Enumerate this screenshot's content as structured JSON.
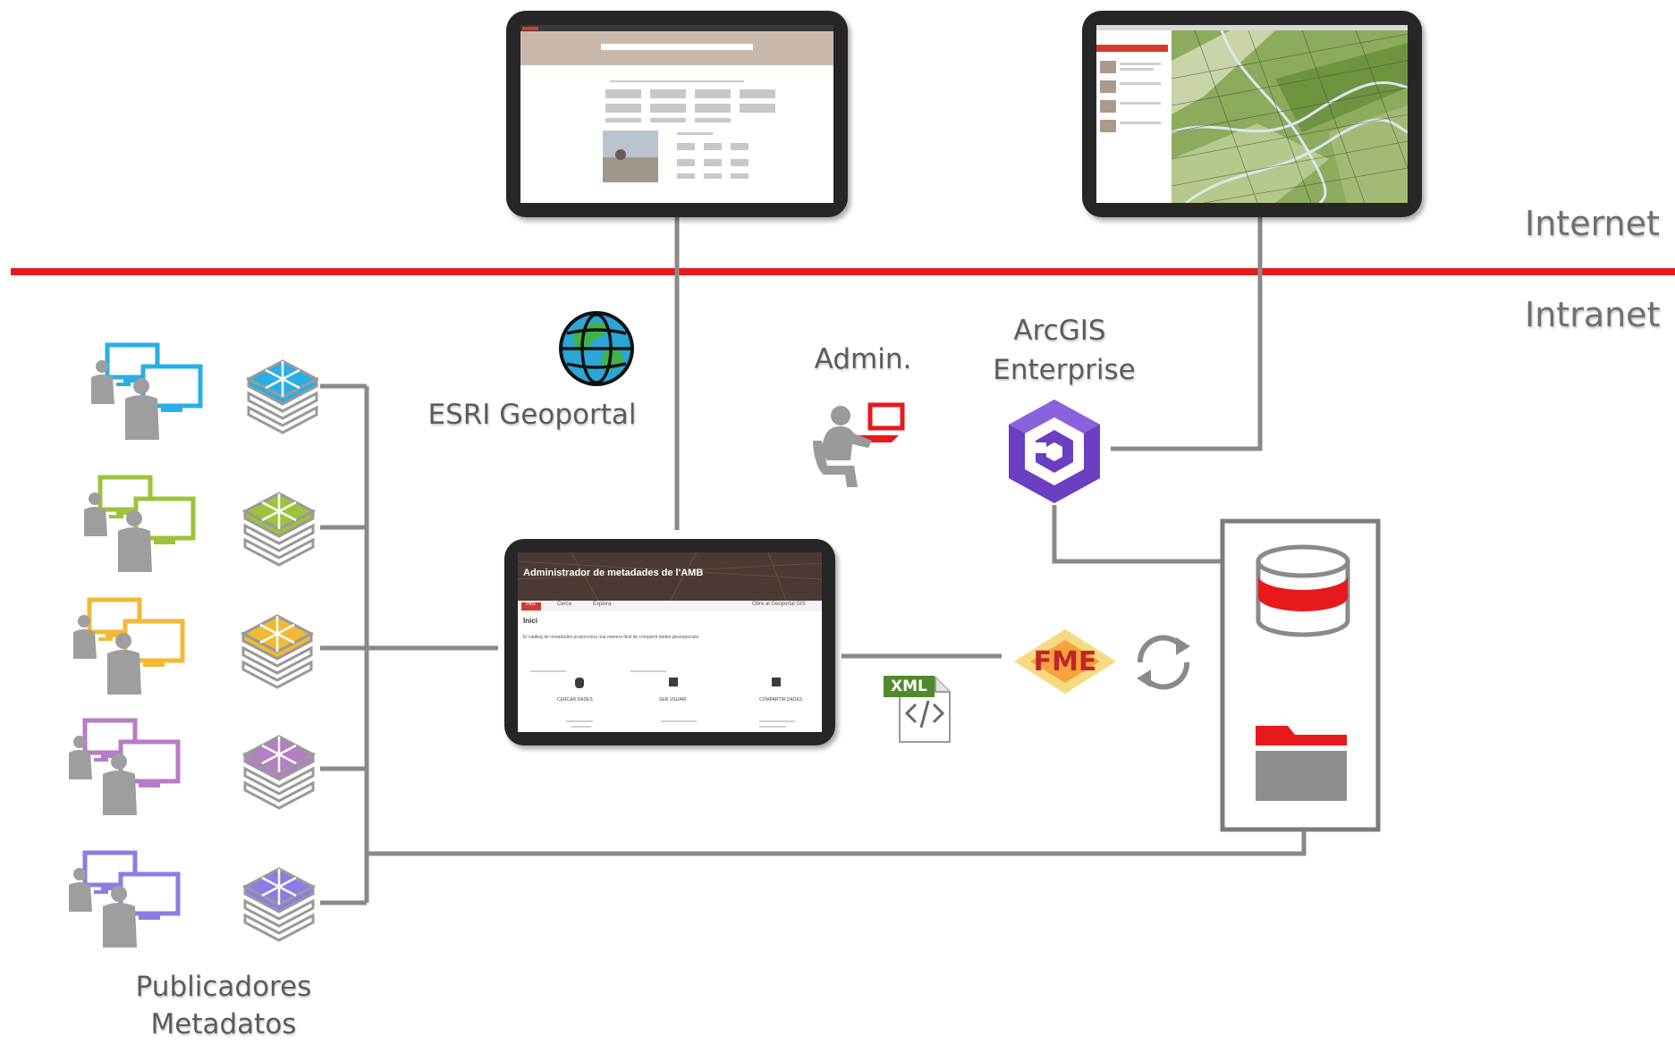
{
  "zones": {
    "internet": "Internet",
    "intranet": "Intranet"
  },
  "labels": {
    "esri": "ESRI Geoportal",
    "admin": "Admin.",
    "arcgis_line1": "ArcGIS",
    "arcgis_line2": "Enterprise",
    "publishers_line1": "Publicadores",
    "publishers_line2": "Metadatos",
    "xml": "XML",
    "fme": "FME"
  },
  "admin_app": {
    "title": "Administrador de metadades de l'AMB",
    "nav": [
      "Inici",
      "Cerca",
      "Explora",
      "Obre al Geoportal GIS"
    ],
    "heading": "Inici",
    "intro": "El catàleg de metadades proporciona una manera fàcil de compartir dades geoespacials.",
    "cards": [
      "CERCAR DADES",
      "SER USUARI",
      "COMPARTIR DADES"
    ]
  },
  "colors": {
    "boundary": "#e8191c",
    "connector": "#8a8a8a",
    "group_blue": "#29aee6",
    "group_green": "#9cc33b",
    "group_yellow": "#f2b935",
    "group_purple": "#b67cc6",
    "group_violet": "#8c7ce6",
    "arcgis": "#6a3fc2"
  },
  "publisher_groups": [
    {
      "color": "group_blue"
    },
    {
      "color": "group_green"
    },
    {
      "color": "group_yellow"
    },
    {
      "color": "group_purple"
    },
    {
      "color": "group_violet"
    }
  ],
  "icons": [
    "globe-icon",
    "admin-user-icon",
    "arcgis-icon",
    "database-icon",
    "folder-icon",
    "sync-icon",
    "xml-file-icon",
    "layers-icon",
    "users-computers-icon"
  ]
}
